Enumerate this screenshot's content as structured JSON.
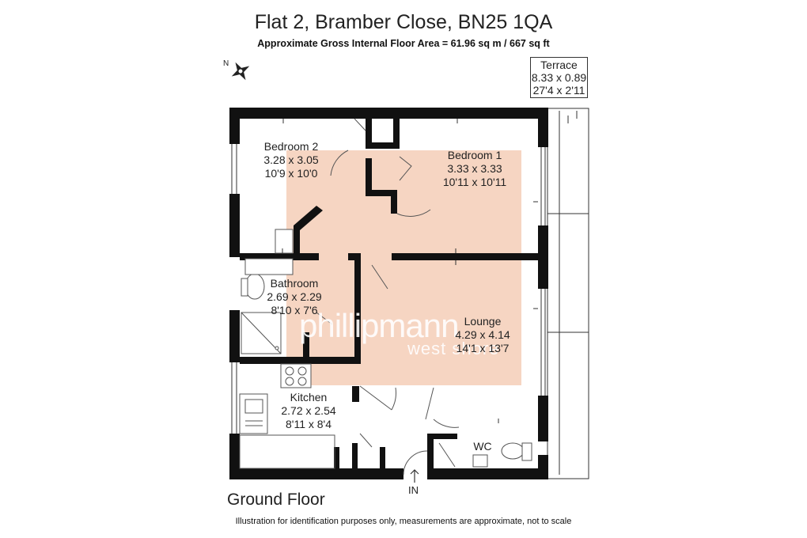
{
  "header": {
    "title": "Flat 2, Bramber Close, BN25 1QA",
    "subtitle": "Approximate Gross Internal Floor Area = 61.96 sq m / 667 sq ft"
  },
  "compass": {
    "label": "N"
  },
  "terrace": {
    "name": "Terrace",
    "metric": "8.33 x 0.89",
    "imperial": "27'4 x 2'11"
  },
  "rooms": {
    "bedroom2": {
      "name": "Bedroom 2",
      "metric": "3.28 x 3.05",
      "imperial": "10'9 x 10'0"
    },
    "bedroom1": {
      "name": "Bedroom 1",
      "metric": "3.33 x 3.33",
      "imperial": "10'11 x 10'11"
    },
    "bathroom": {
      "name": "Bathroom",
      "metric": "2.69 x 2.29",
      "imperial": "8'10 x 7'6"
    },
    "lounge": {
      "name": "Lounge",
      "metric": "4.29 x 4.14",
      "imperial": "14'1 x 13'7"
    },
    "kitchen": {
      "name": "Kitchen",
      "metric": "2.72 x 2.54",
      "imperial": "8'11 x 8'4"
    },
    "wc": {
      "name": "WC"
    }
  },
  "entrance": {
    "label": "IN"
  },
  "watermark": {
    "brand": "phillipmann",
    "tagline": "west shore"
  },
  "colors": {
    "wall": "#111111",
    "overlay": "#f6d5c2",
    "line": "#333333"
  },
  "footer": {
    "floor": "Ground Floor",
    "disclaimer": "Illustration for identification purposes only, measurements are approximate, not to scale"
  }
}
